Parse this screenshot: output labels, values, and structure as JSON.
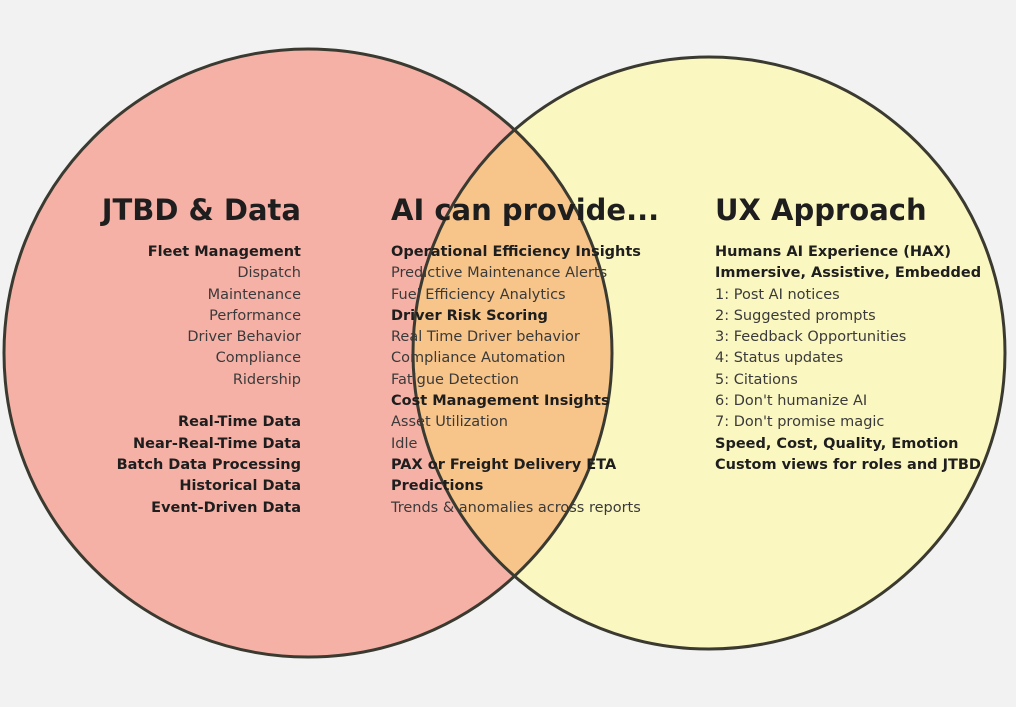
{
  "colors": {
    "background": "#f2f2f2",
    "left_circle": "#f6b1a7",
    "right_circle": "#fbf7c1",
    "overlap": "#f7c489",
    "outline": "#3a3a30"
  },
  "left": {
    "title": "JTBD & Data",
    "items": [
      {
        "text": "Fleet Management",
        "bold": true
      },
      {
        "text": "Dispatch"
      },
      {
        "text": "Maintenance"
      },
      {
        "text": "Performance"
      },
      {
        "text": "Driver Behavior"
      },
      {
        "text": "Compliance"
      },
      {
        "text": "Ridership"
      },
      {
        "text": "Real-Time Data",
        "bold": true,
        "gap": true
      },
      {
        "text": "Near-Real-Time Data",
        "bold": true
      },
      {
        "text": "Batch Data Processing",
        "bold": true
      },
      {
        "text": "Historical Data",
        "bold": true
      },
      {
        "text": "Event-Driven Data",
        "bold": true
      }
    ]
  },
  "middle": {
    "title": "AI can provide...",
    "items": [
      {
        "text": "Operational Efficiency Insights",
        "bold": true
      },
      {
        "text": "Predictive Maintenance Alerts"
      },
      {
        "text": "Fuel Efficiency Analytics"
      },
      {
        "text": "Driver Risk Scoring",
        "bold": true
      },
      {
        "text": "Real Time Driver behavior"
      },
      {
        "text": "Compliance Automation"
      },
      {
        "text": "Fatigue Detection"
      },
      {
        "text": "Cost Management Insights",
        "bold": true
      },
      {
        "text": "Asset Utilization"
      },
      {
        "text": "Idle"
      },
      {
        "text": "PAX or Freight Delivery ETA",
        "bold": true
      },
      {
        "text": "Predictions",
        "bold": true
      },
      {
        "text": "Trends & anomalies across reports"
      }
    ]
  },
  "right": {
    "title": "UX Approach",
    "items": [
      {
        "text": "Humans AI Experience (HAX)",
        "bold": true
      },
      {
        "text": "Immersive, Assistive, Embedded",
        "bold": true
      },
      {
        "text": "1: Post AI notices"
      },
      {
        "text": "2: Suggested prompts"
      },
      {
        "text": "3: Feedback Opportunities"
      },
      {
        "text": "4: Status updates"
      },
      {
        "text": "5: Citations"
      },
      {
        "text": "6: Don't humanize AI"
      },
      {
        "text": "7: Don't promise magic"
      },
      {
        "text": "Speed, Cost, Quality, Emotion",
        "bold": true
      },
      {
        "text": "Custom views for roles and JTBD",
        "bold": true
      }
    ]
  }
}
